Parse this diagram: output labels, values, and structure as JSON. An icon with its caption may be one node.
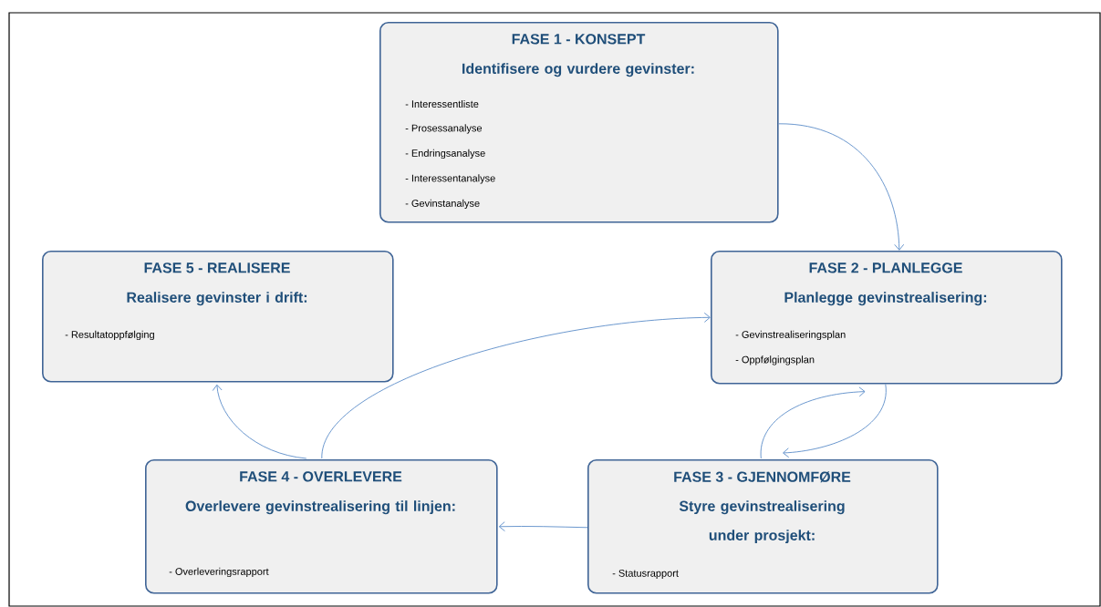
{
  "diagram": {
    "nodes": [
      {
        "text": [
          "FASE 1 - KONSEPT",
          "Identifisere og vurdere gevinster:",
          "- Interessentliste",
          "- Prosessanalyse",
          "- Endringsanalyse",
          "- Interessentanalyse",
          "- Gevinstanalyse"
        ]
      },
      {
        "text": [
          "FASE 2 - PLANLEGGE",
          "Planlegge gevinstrealisering:",
          "- Gevinstrealiseringsplan",
          "- Oppfølgingsplan"
        ]
      },
      {
        "text": [
          "FASE 3 - GJENNOMFØRE",
          "Styre gevinstrealisering under prosjekt:",
          "- Statusrapport"
        ]
      },
      {
        "text": [
          "FASE 4 - OVERLEVERE",
          "Overlevere gevinstrealisering til linjen:",
          "- Overleveringsrapport"
        ]
      },
      {
        "text": [
          "FASE 5 - REALISERE",
          "Realisere gevinster i drift:",
          "- Resultatoppfølging"
        ]
      }
    ],
    "edges": [
      {
        "from": 0,
        "to": 1,
        "arrow": "to"
      },
      {
        "from": 1,
        "to": 2,
        "arrow": "to"
      },
      {
        "from": 2,
        "to": 1,
        "arrow": "to"
      },
      {
        "from": 2,
        "to": 3,
        "arrow": "to"
      },
      {
        "from": 3,
        "to": 4,
        "arrow": "to"
      },
      {
        "from": 3,
        "to": 1,
        "arrow": "to"
      }
    ]
  }
}
